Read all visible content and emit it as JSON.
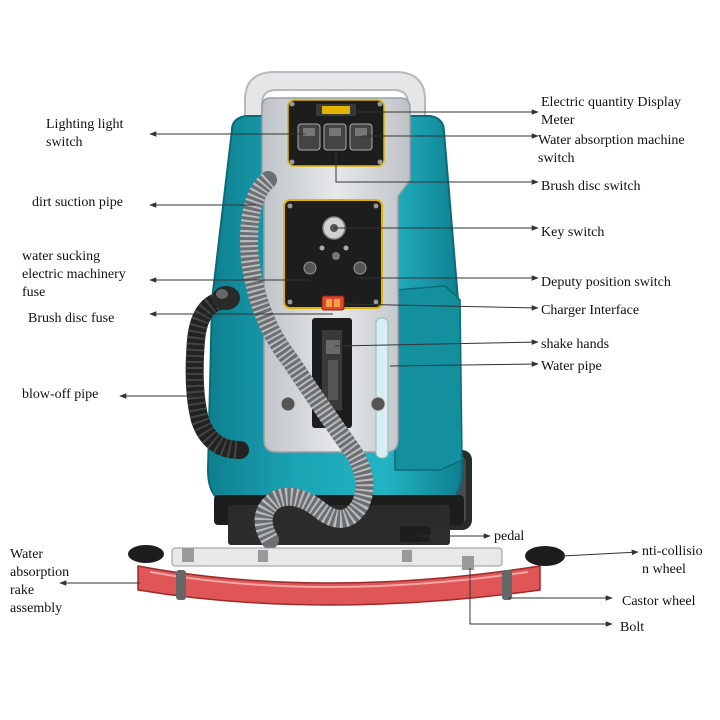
{
  "labels": {
    "lighting_switch": "Lighting light\nswitch",
    "dirt_suction_pipe": "dirt suction pipe",
    "water_sucking_fuse": "water sucking\nelectric machinery\nfuse",
    "brush_disc_fuse": "Brush disc fuse",
    "blow_off_pipe": "blow-off pipe",
    "water_absorption_rake": "Water\nabsorption\nrake\nassembly",
    "electric_quantity_meter": "Electric quantity Display\nMeter",
    "water_absorption_switch": "Water absorption machine\nswitch",
    "brush_disc_switch": "Brush disc switch",
    "key_switch": "Key switch",
    "deputy_position_switch": "Deputy position switch",
    "charger_interface": "Charger Interface",
    "shake_hands": "shake hands",
    "water_pipe": "Water pipe",
    "pedal": "pedal",
    "anti_collision_wheel": "nti-collisio\nn wheel",
    "castor_wheel": "Castor wheel",
    "bolt": "Bolt"
  },
  "colors": {
    "body_teal": "#1aa4b4",
    "body_teal_dark": "#0e7f8f",
    "panel_grey": "#d9dcdf",
    "handle_grey": "#e4e6e8",
    "control_black": "#1d1d1d",
    "accent_yellow": "#e0b400",
    "rake_red": "#e05656",
    "hose_metal": "#8a8d90",
    "hose_black": "#222222",
    "leader_line": "#333333"
  }
}
